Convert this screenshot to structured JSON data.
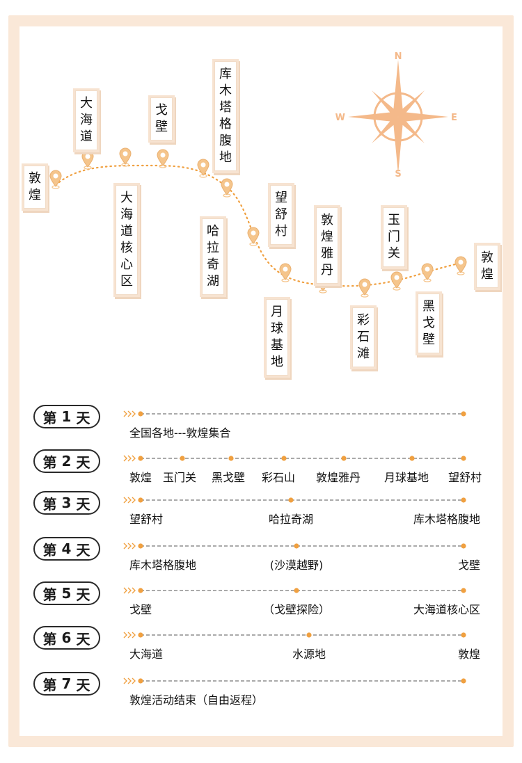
{
  "map": {
    "places": [
      {
        "id": "dunhuang-start",
        "name": "敦煌"
      },
      {
        "id": "dahaidao",
        "name": "大海道"
      },
      {
        "id": "gebi-top",
        "name": "戈壁"
      },
      {
        "id": "kumutage",
        "name": "库木塔格腹地"
      },
      {
        "id": "dahaidao-core",
        "name": "大海道核心区"
      },
      {
        "id": "halaqi",
        "name": "哈拉奇湖"
      },
      {
        "id": "wangshu",
        "name": "望舒村"
      },
      {
        "id": "yuanqiu",
        "name": "月球基地"
      },
      {
        "id": "yadan",
        "name": "敦煌雅丹"
      },
      {
        "id": "caishitan",
        "name": "彩石滩"
      },
      {
        "id": "yumenguan",
        "name": "玉门关"
      },
      {
        "id": "heigebi",
        "name": "黑戈壁"
      },
      {
        "id": "dunhuang-end",
        "name": "敦煌"
      }
    ],
    "compass": {
      "n": "N",
      "s": "S",
      "e": "E",
      "w": "W"
    },
    "colors": {
      "accent": "#f0a040",
      "compass": "#f4b98a",
      "pin": "#f5c58c"
    }
  },
  "itinerary": [
    {
      "prefix": "第",
      "num": "1",
      "suffix": "天",
      "stops": [
        "全国各地---敦煌集合"
      ]
    },
    {
      "prefix": "第",
      "num": "2",
      "suffix": "天",
      "stops": [
        "敦煌",
        "玉门关",
        "黑戈壁",
        "彩石山",
        "敦煌雅丹",
        "月球基地",
        "望舒村"
      ]
    },
    {
      "prefix": "第",
      "num": "3",
      "suffix": "天",
      "stops": [
        "望舒村",
        "哈拉奇湖",
        "库木塔格腹地"
      ]
    },
    {
      "prefix": "第",
      "num": "4",
      "suffix": "天",
      "stops": [
        "库木塔格腹地",
        "(沙漠越野)",
        "戈壁"
      ]
    },
    {
      "prefix": "第",
      "num": "5",
      "suffix": "天",
      "stops": [
        "戈壁",
        "（戈壁探险）",
        "大海道核心区"
      ]
    },
    {
      "prefix": "第",
      "num": "6",
      "suffix": "天",
      "stops": [
        "大海道",
        "水源地",
        "敦煌"
      ]
    },
    {
      "prefix": "第",
      "num": "7",
      "suffix": "天",
      "stops": [
        "敦煌活动结束（自由返程）"
      ]
    }
  ]
}
